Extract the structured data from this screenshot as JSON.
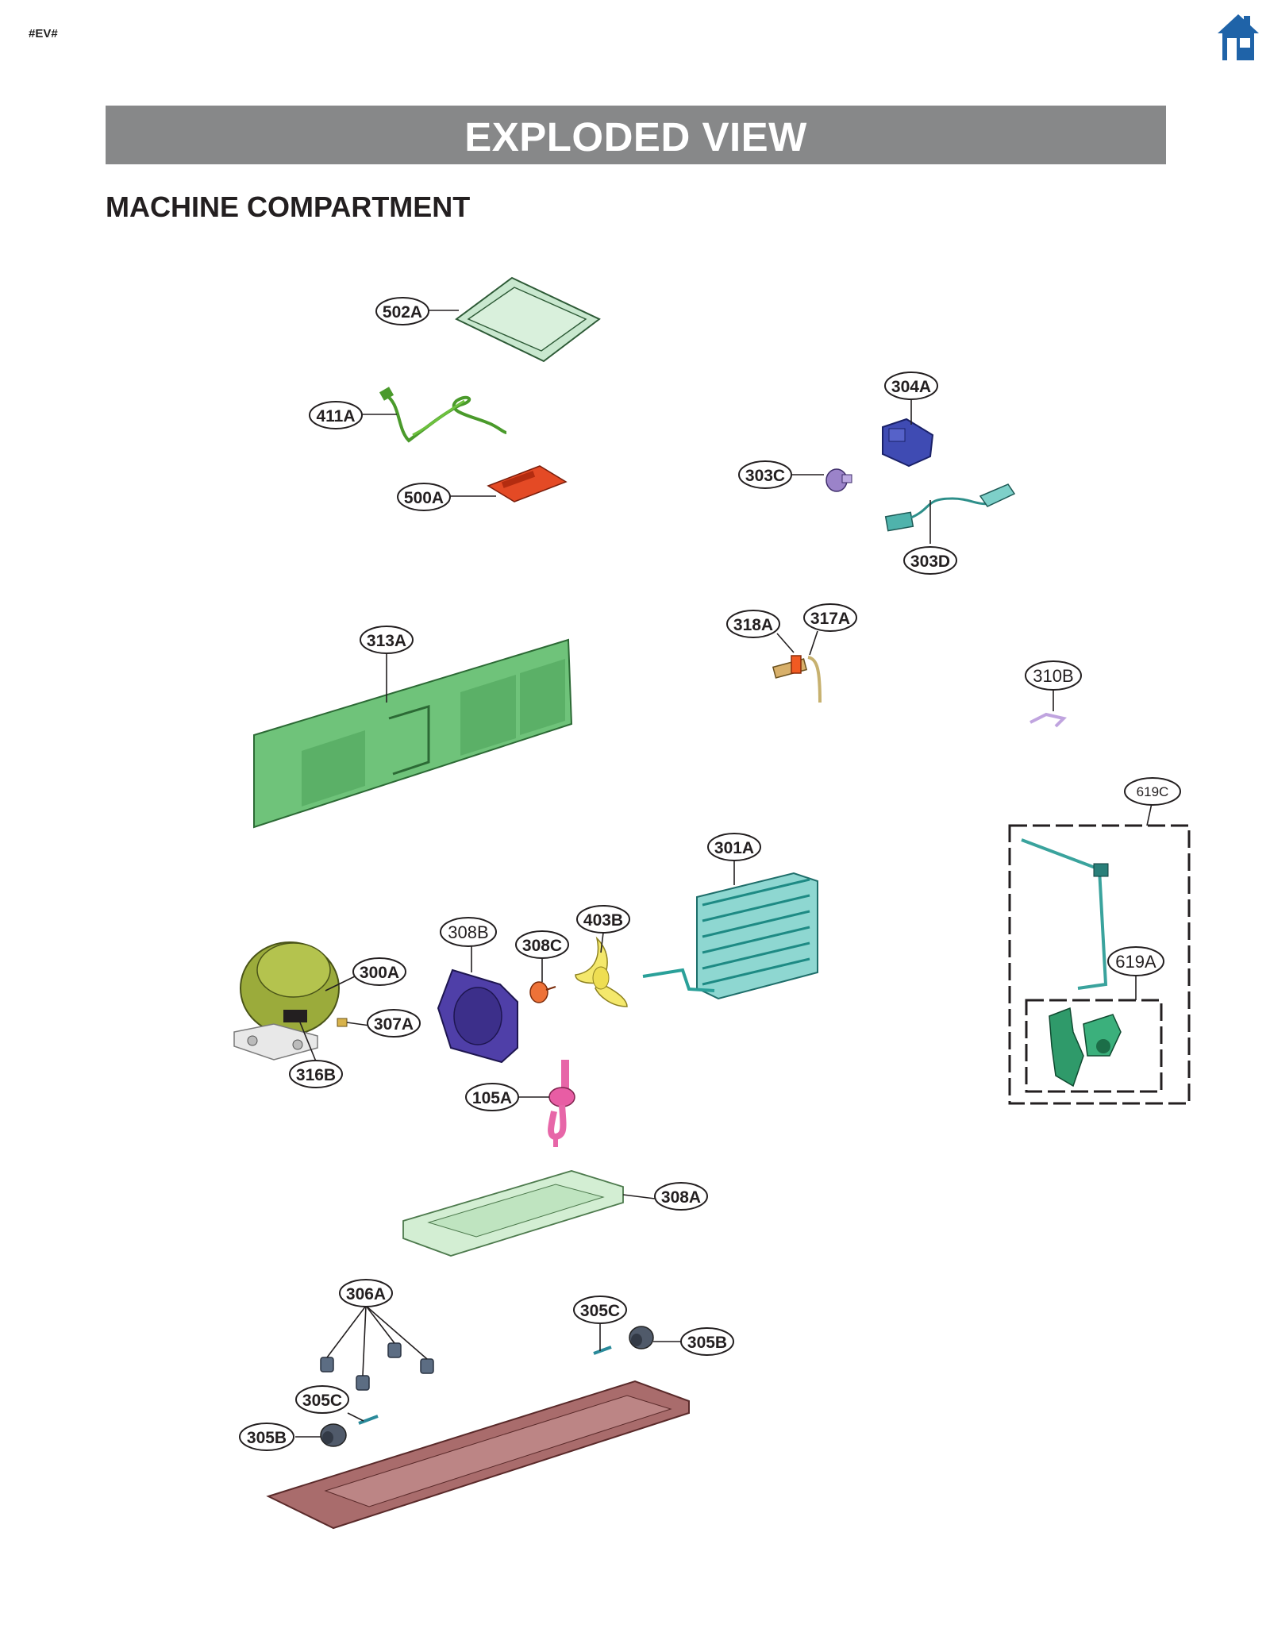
{
  "page": {
    "corner_tag": "#EV#",
    "banner_title": "EXPLODED VIEW",
    "section_title": "MACHINE COMPARTMENT",
    "home_icon": "home-icon"
  },
  "colors": {
    "banner": "#878889",
    "home_icon": "#1f63a8"
  },
  "labels": {
    "l502A": "502A",
    "l411A": "411A",
    "l500A": "500A",
    "l304A": "304A",
    "l303C": "303C",
    "l303D": "303D",
    "l313A": "313A",
    "l318A": "318A",
    "l317A": "317A",
    "l310B": "310B",
    "l619C": "619C",
    "l619A": "619A",
    "l301A": "301A",
    "l308B": "308B",
    "l308C": "308C",
    "l403B": "403B",
    "l300A": "300A",
    "l307A": "307A",
    "l316B": "316B",
    "l105A": "105A",
    "l308A": "308A",
    "l306A": "306A",
    "l305C_top": "305C",
    "l305B_top": "305B",
    "l305C_bottom": "305C",
    "l305B_bottom": "305B"
  }
}
